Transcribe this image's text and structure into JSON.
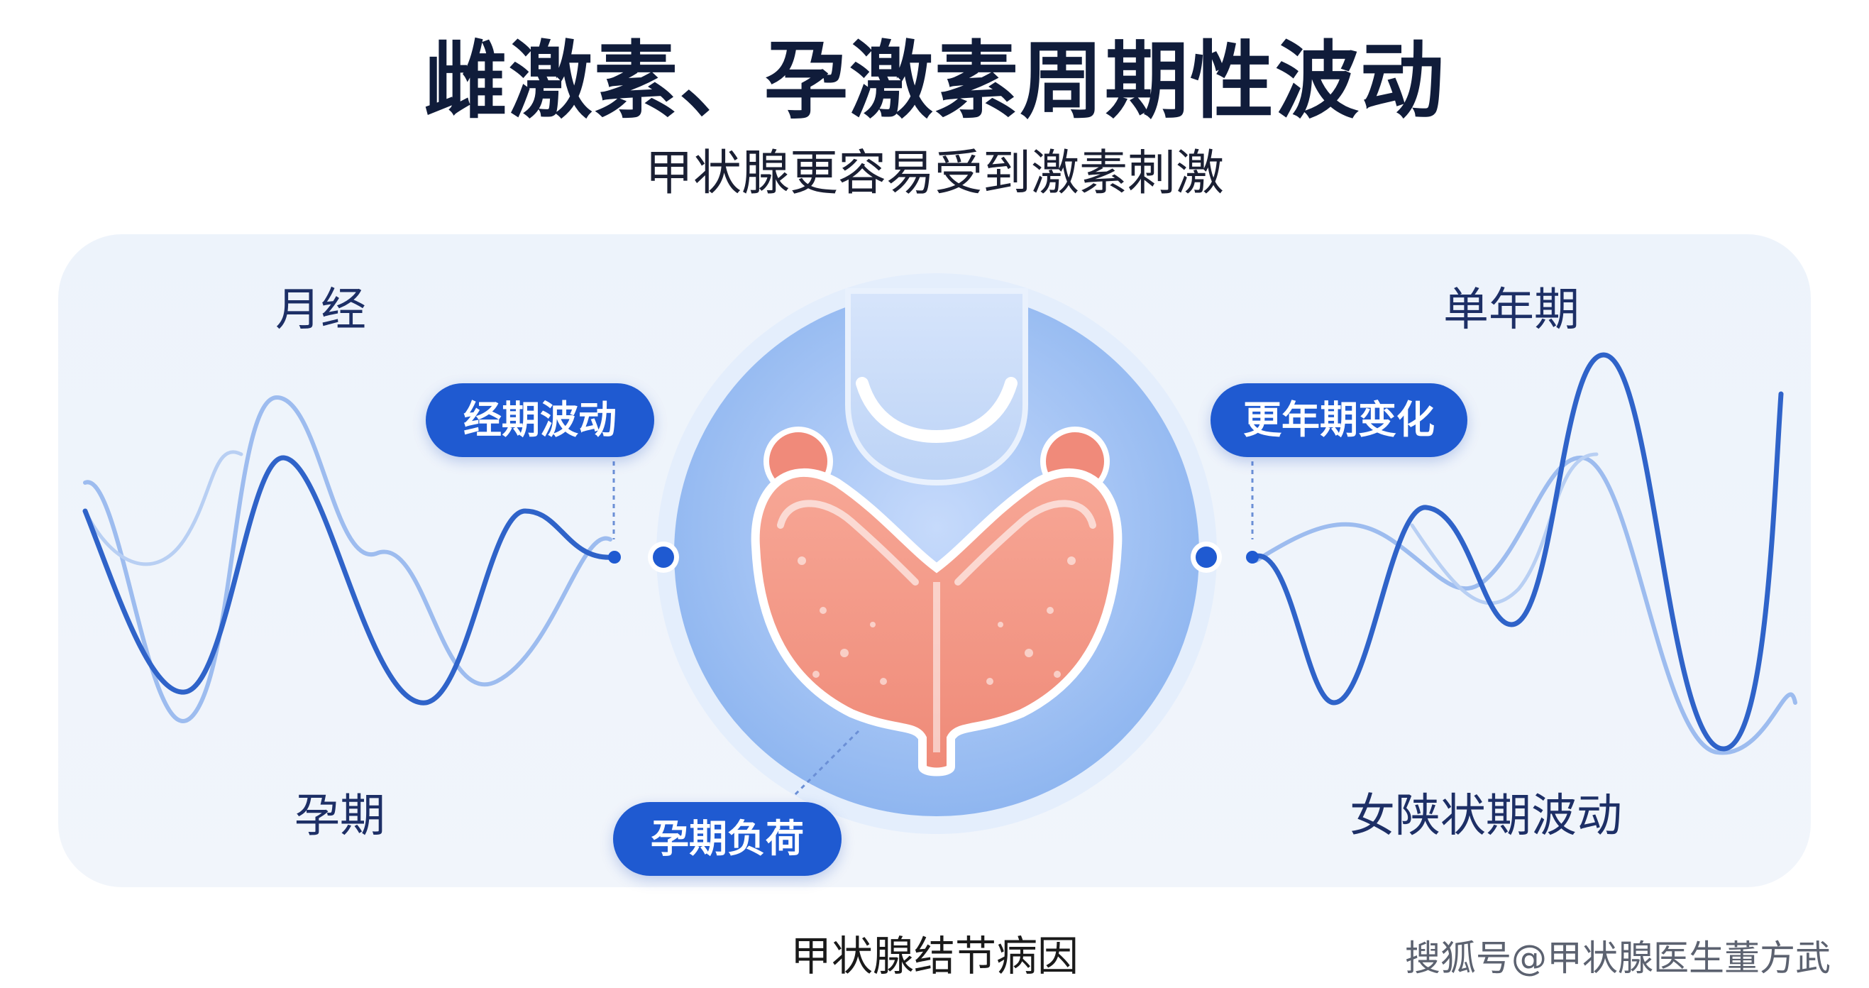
{
  "header": {
    "title": "雌激素、孕激素周期性波动",
    "subtitle": "甲状腺更容易受到激素刺激"
  },
  "corners": {
    "top_left": "月经",
    "bottom_left": "孕期",
    "top_right": "单年期",
    "bottom_right": "女陕状期波动"
  },
  "callouts": {
    "menstrual": "经期波动",
    "menopause": "更年期变化",
    "pregnancy": "孕期负荷"
  },
  "footer": {
    "caption": "甲状腺结节病因",
    "watermark": "搜狐号@甲状腺医生董方武"
  },
  "colors": {
    "title": "#101c3a",
    "accent": "#1f5ad1",
    "wave_dark": "#2f63c9",
    "wave_light": "#9dbcef",
    "gland": "#f2917f",
    "circle": "#a7c6f5"
  }
}
